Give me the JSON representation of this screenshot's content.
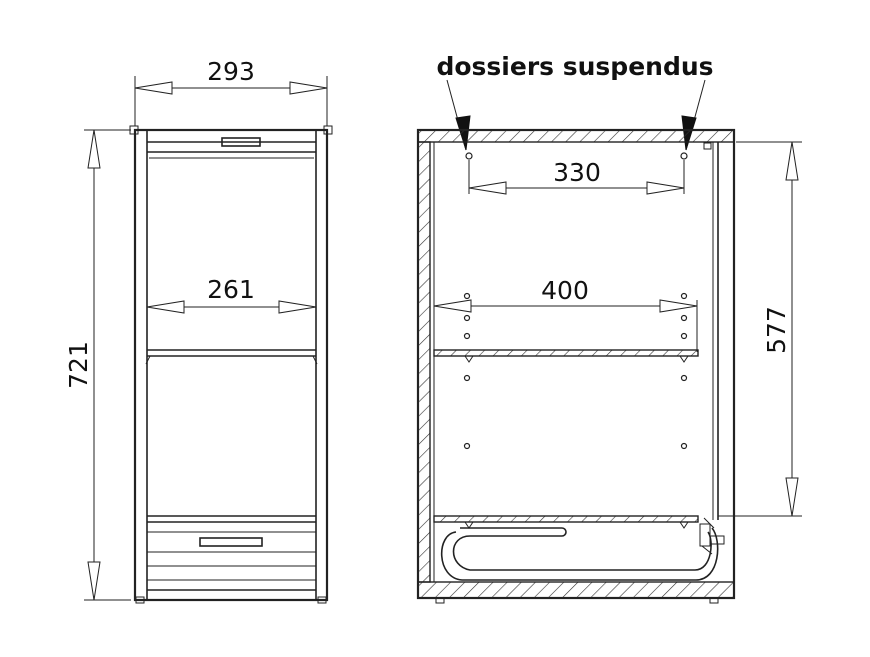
{
  "drawing": {
    "label_hanging_files": "dossiers suspendus",
    "front_view": {
      "width_total": "293",
      "width_inner": "261",
      "height_total": "721"
    },
    "side_view": {
      "hanging_span": "330",
      "shelf_depth": "400",
      "hanging_height": "577"
    }
  }
}
